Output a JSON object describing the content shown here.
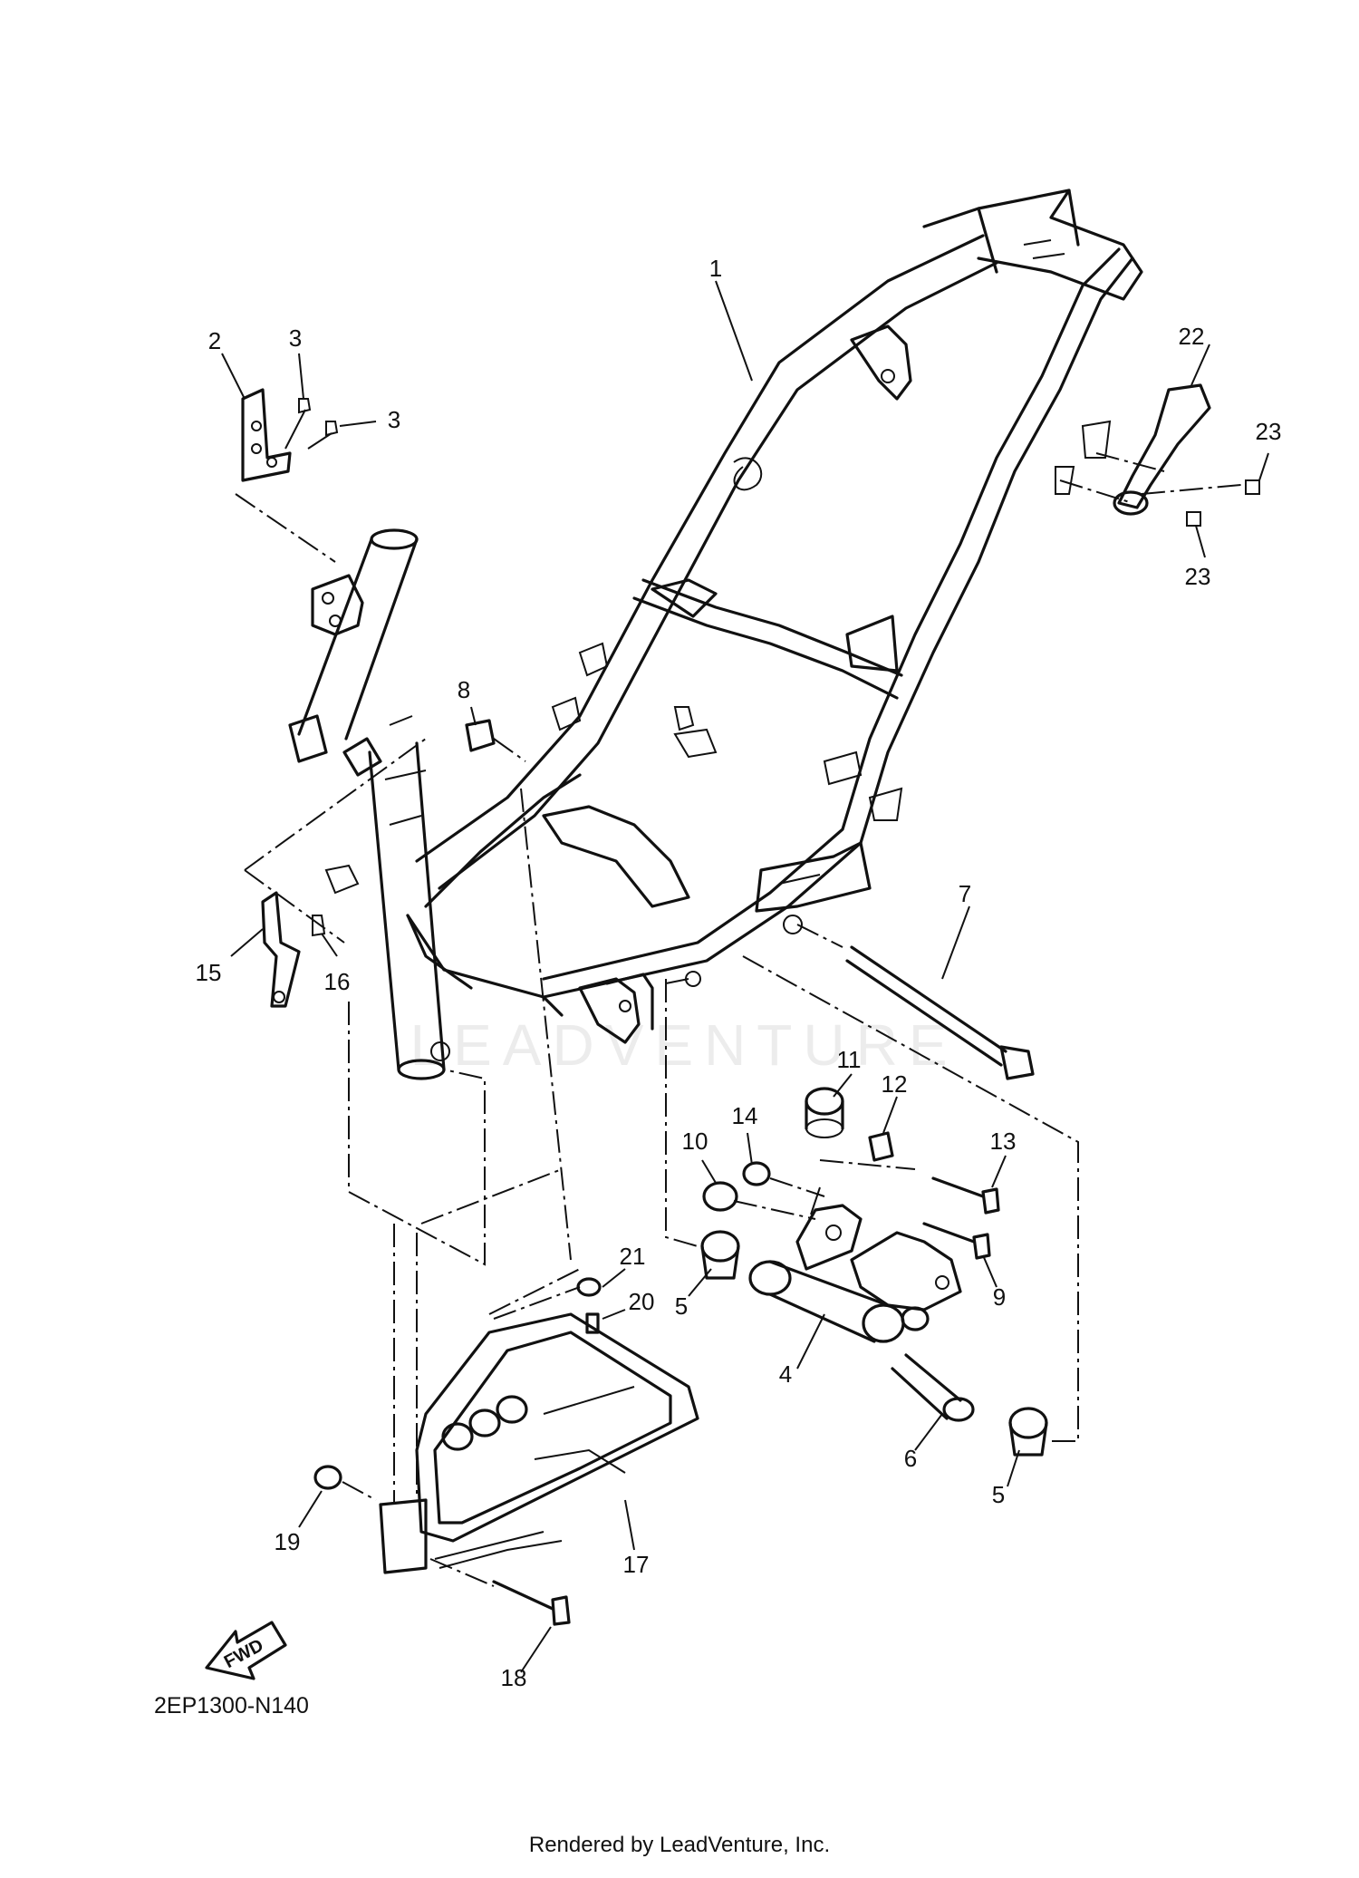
{
  "diagram": {
    "code": "2EP1300-N140",
    "watermark": "LEADVENTURE",
    "fwd_label": "FWD",
    "footer": "Rendered by LeadVenture, Inc.",
    "callouts": [
      "1",
      "2",
      "3",
      "3",
      "4",
      "5",
      "5",
      "6",
      "7",
      "8",
      "9",
      "10",
      "11",
      "12",
      "13",
      "14",
      "15",
      "16",
      "17",
      "18",
      "19",
      "20",
      "21",
      "22",
      "23",
      "23"
    ]
  }
}
